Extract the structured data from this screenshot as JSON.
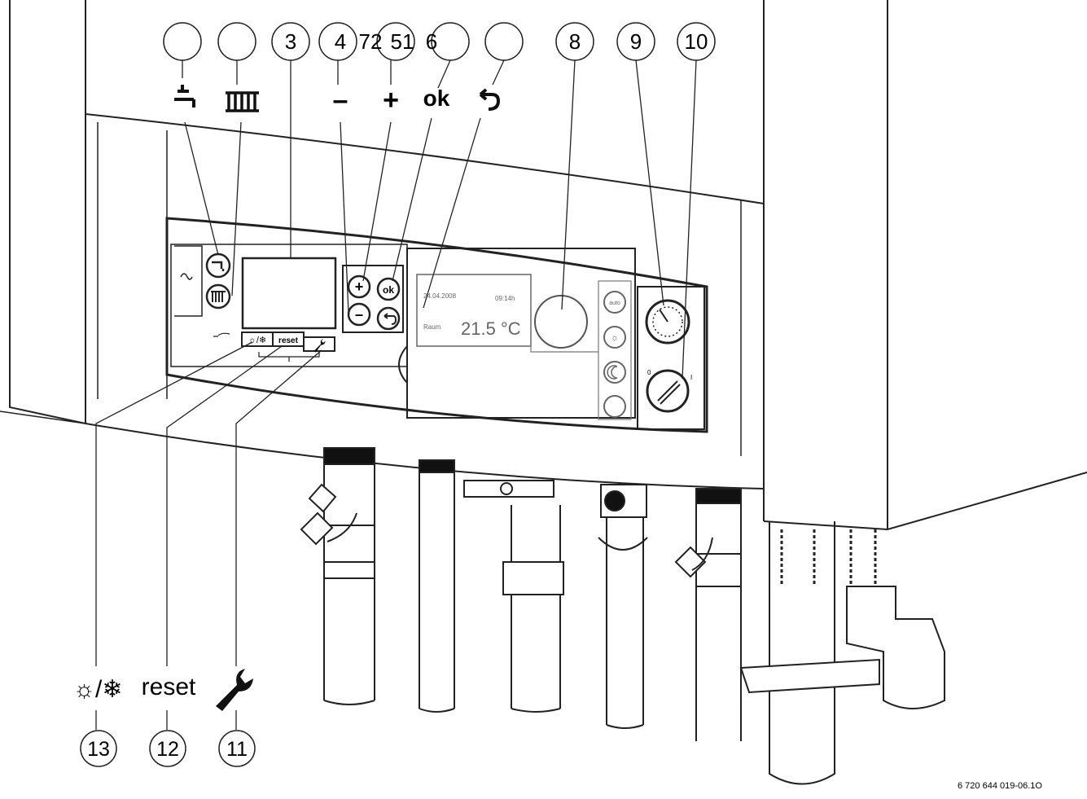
{
  "diagram": {
    "callout_numbers_top": [
      "4",
      "72",
      "51",
      "6",
      "3",
      "8",
      "9",
      "10"
    ],
    "callout_numbers_bottom": [
      "13",
      "12",
      "11"
    ],
    "top_symbols": {
      "tap": "tap-icon",
      "radiator": "radiator-icon",
      "minus": "–",
      "plus": "+",
      "ok": "ok",
      "back": "back-icon"
    },
    "panel": {
      "plus_key": "+",
      "minus_key": "–",
      "ok_key": "ok",
      "reset_label": "reset",
      "display_date": "24.04.2008",
      "display_time": "09:14h",
      "display_small_left": "Raum",
      "display_temperature": "21.5 °C",
      "side_button_top": "auto",
      "switch_off": "0",
      "switch_on": "I"
    },
    "bottom_labels": {
      "summer_winter": "☼/❄",
      "reset": "reset",
      "service": "wrench-icon"
    },
    "figure_code": "6 720 644 019-06.1O"
  }
}
